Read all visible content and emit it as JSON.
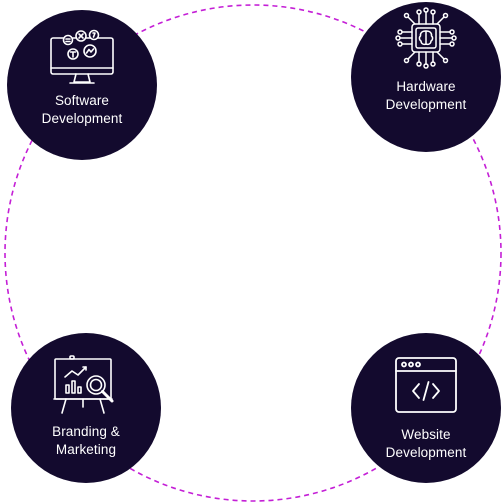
{
  "colors": {
    "circle_fill": "#130a2e",
    "ring_stroke": "#c41fd6",
    "text": "#ffffff"
  },
  "services": [
    {
      "id": "software",
      "icon": "monitor-apps-icon",
      "label": "Software\nDevelopment"
    },
    {
      "id": "hardware",
      "icon": "cpu-brain-chip-icon",
      "label": "Hardware\nDevelopment"
    },
    {
      "id": "branding",
      "icon": "presentation-chart-search-icon",
      "label": "Branding &\nMarketing"
    },
    {
      "id": "website",
      "icon": "browser-code-icon",
      "label": "Website\nDevelopment"
    }
  ]
}
